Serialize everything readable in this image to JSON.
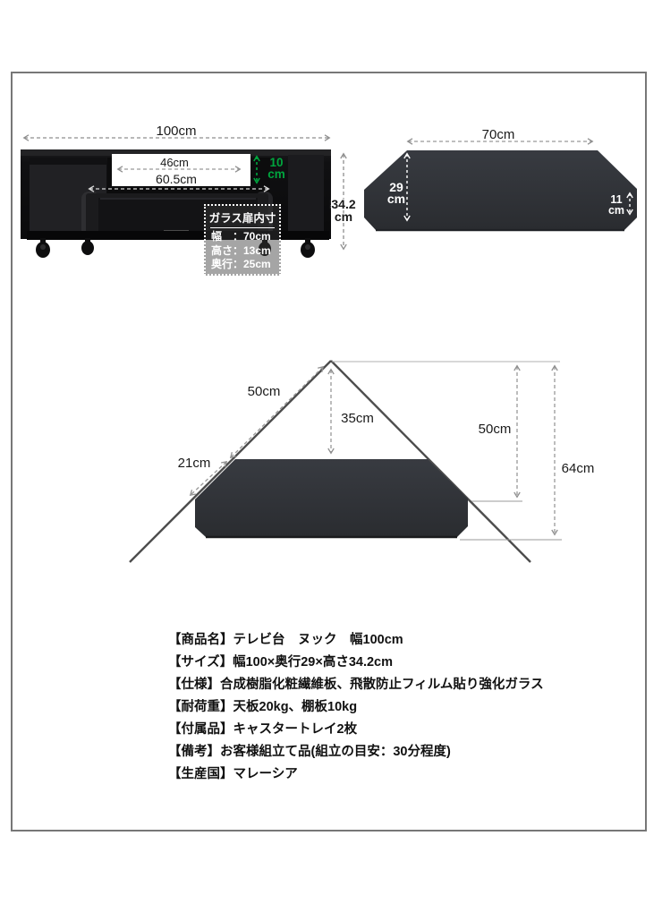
{
  "figures": {
    "tv_stand": {
      "width": "100cm",
      "inner_width": "46cm",
      "device_width": "60.5cm",
      "gap_value": "10",
      "gap_unit": "cm",
      "height_value": "34.2",
      "height_unit": "cm",
      "glass_box": {
        "title": "ガラス扉内寸",
        "rows": [
          "幅　：70cm",
          "高さ：13cm",
          "奥行：25cm"
        ]
      }
    },
    "shelf": {
      "width": "70cm",
      "depth_value": "29",
      "depth_unit": "cm",
      "side_value": "11",
      "side_unit": "cm"
    },
    "corner": {
      "wall_upper": "50cm",
      "wall_lower": "21cm",
      "apex_to_shelf": "35cm",
      "right_inner": "50cm",
      "right_outer": "64cm"
    }
  },
  "specs": [
    "【商品名】テレビ台　ヌック　幅100cm",
    "【サイズ】幅100×奥行29×高さ34.2cm",
    "【仕様】合成樹脂化粧繊維板、飛散防止フィルム貼り強化ガラス",
    "【耐荷重】天板20kg、棚板10kg",
    "【付属品】キャスタートレイ2枚",
    "【備考】お客様組立て品(組立の目安：30分程度)",
    "【生産国】マレーシア"
  ],
  "colors": {
    "accent_green": "#00a63e",
    "arrow_gray": "#999999",
    "wall_gray": "#4d4d4d",
    "frame_border": "#777777"
  }
}
